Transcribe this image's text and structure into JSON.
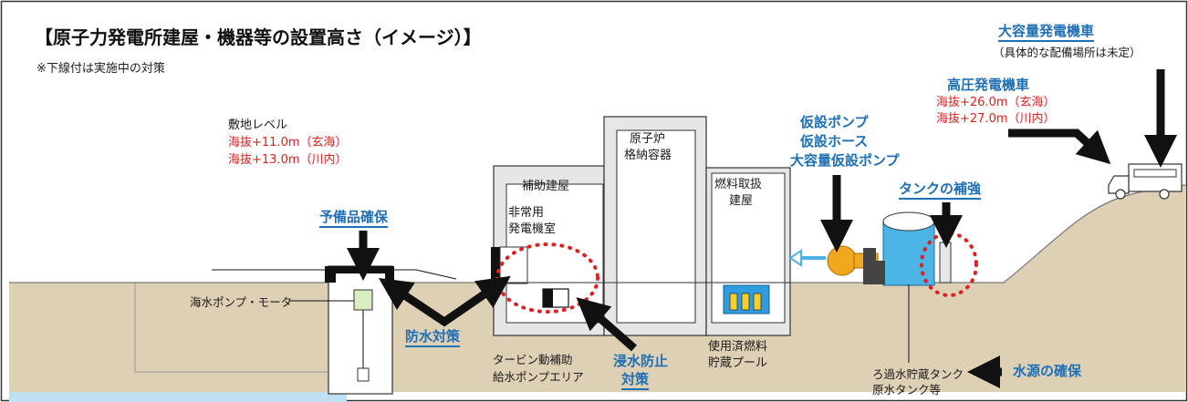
{
  "title": "【原子力発電所建屋・機器等の設置高さ（イメージ）】",
  "note": "※下線付は実施中の対策",
  "site_level": {
    "label": "敷地レベル",
    "genkai": "海抜+11.0m（玄海）",
    "sendai": "海抜+13.0m（川内）"
  },
  "high_voltage_car": {
    "label": "高圧発電機車",
    "genkai": "海抜+26.0m（玄海）",
    "sendai": "海抜+27.0m（川内）"
  },
  "large_car": {
    "label": "大容量発電機車",
    "sub": "（具体的な配備場所は未定）"
  },
  "buildings": {
    "reactor_line1": "原子炉",
    "reactor_line2": "格納容器",
    "aux_building": "補助建屋",
    "emergency_gen_line1": "非常用",
    "emergency_gen_line2": "発電機室",
    "fuel_line1": "燃料取扱",
    "fuel_line2": "建屋",
    "pool_line1": "使用済燃料",
    "pool_line2": "貯蔵プール"
  },
  "labels": {
    "seawater_pump": "海水ポンプ・モータ",
    "turbine_line1": "タービン動補助",
    "turbine_line2": "給水ポンプエリア",
    "tank_line1": "ろ過水貯蔵タンク",
    "tank_line2": "原水タンク等"
  },
  "measures": {
    "spare_parts": "予備品確保",
    "waterproof": "防水対策",
    "flood_line1": "浸水防止",
    "flood_line2": "対策",
    "temp_pump": "仮設ポンプ",
    "temp_hose": "仮設ホース",
    "large_temp_pump": "大容量仮設ポンプ",
    "tank_reinforce": "タンクの補強",
    "water_source": "水源の確保"
  },
  "colors": {
    "ground": "#ddd0b4",
    "sea": "#bfe0f2",
    "building": "#e6e6e6",
    "measure_blue": "#1f6fb4",
    "elevation_red": "#e02020",
    "tank": "#4db4e6",
    "pump": "#f0a91e",
    "pool": "#2f9be0",
    "highlight_circle": "#e02020"
  }
}
